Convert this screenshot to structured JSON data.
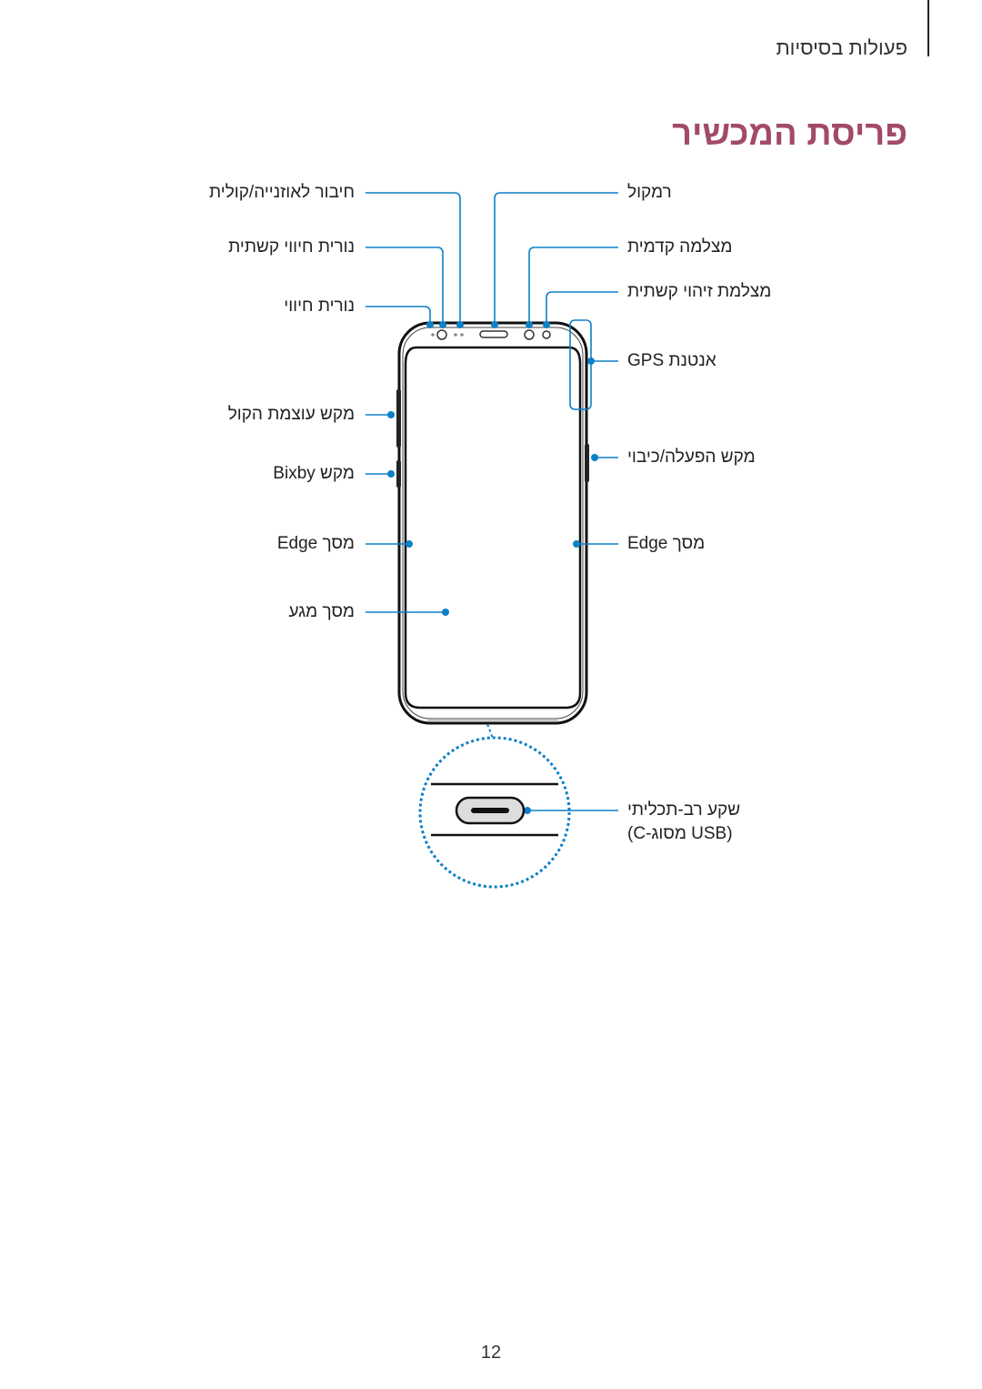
{
  "header": {
    "section_title": "פעולות בסיסיות",
    "page_heading": "פריסת המכשיר"
  },
  "labels": {
    "earphone_jack": "חיבור לאוזנייה/קולית",
    "proximity_light_sensor": "נורית חיווי קשתית",
    "led_indicator": "נורית חיווי",
    "speaker": "רמקול",
    "front_camera": "מצלמה קדמית",
    "iris_camera": "מצלמת זיהוי קשתית",
    "gps_antenna": "אנטנת GPS",
    "volume_key": "מקש עוצמת הקול",
    "bixby_key": "מקש Bixby",
    "power_key": "מקש הפעלה/כיבוי",
    "edge_screen_left": "מסך Edge",
    "edge_screen_right": "מסך Edge",
    "touchscreen": "מסך מגע",
    "usb_port_line1": "שקע רב-תכליתי",
    "usb_port_line2": "(USB מסוג-C)"
  },
  "footer": {
    "page_number": "12"
  },
  "colors": {
    "accent": "#a24a66",
    "callout": "#0d80c8",
    "text": "#222222"
  }
}
